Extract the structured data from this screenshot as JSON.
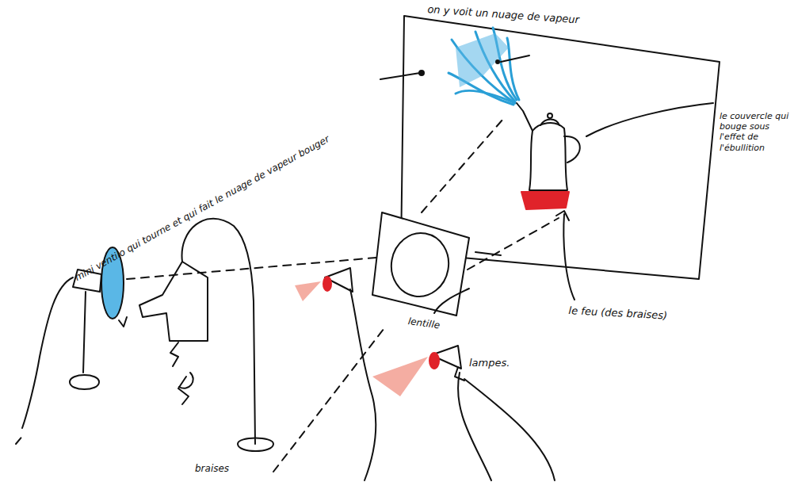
{
  "diagram": {
    "labels": [
      "on y voit un nuage de vapeur",
      "mini ventilo qui tourne et qui fait le nuage de vapeur bouger",
      "le couvercle qui bouge sous l'effet de l'ébullition",
      "le feu (des braises)",
      "lentille",
      "lampes.",
      "braises"
    ]
  }
}
